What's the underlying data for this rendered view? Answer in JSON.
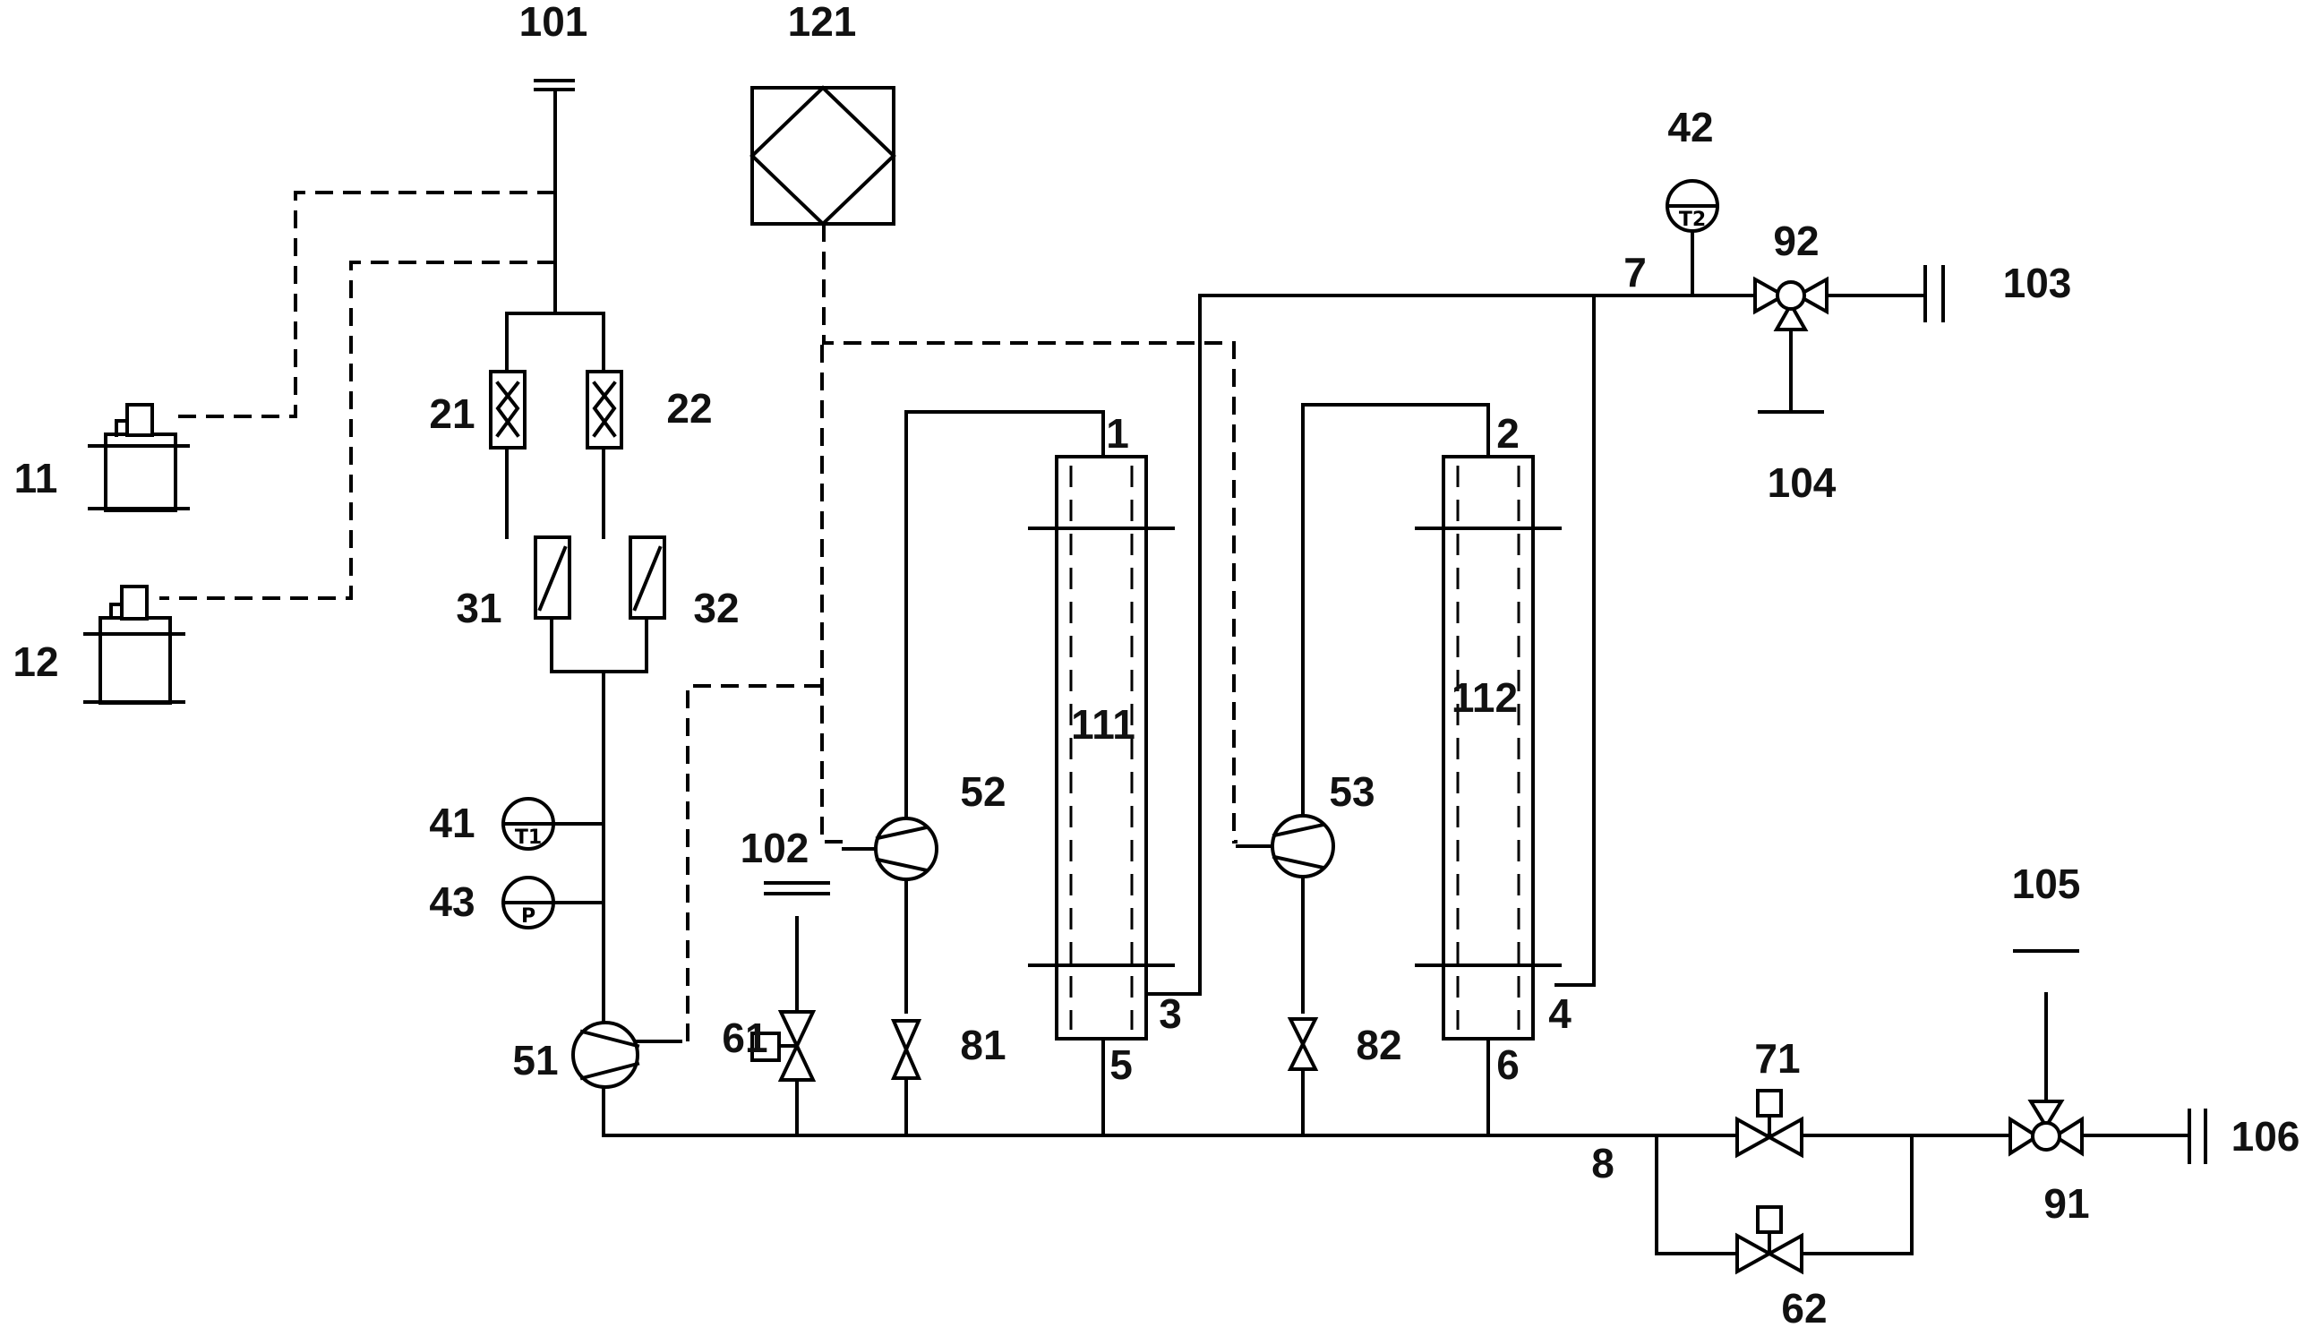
{
  "labels": {
    "l101": "101",
    "l121": "121",
    "l42": "42",
    "l92": "92",
    "l7": "7",
    "l103": "103",
    "l104": "104",
    "l11": "11",
    "l12": "12",
    "l21": "21",
    "l22": "22",
    "l31": "31",
    "l32": "32",
    "l1": "1",
    "l2": "2",
    "l111": "111",
    "l112": "112",
    "l41": "41",
    "l43": "43",
    "l52": "52",
    "l53": "53",
    "l102": "102",
    "l105": "105",
    "l61": "61",
    "l81": "81",
    "l82": "82",
    "l3": "3",
    "l4": "4",
    "l5": "5",
    "l6": "6",
    "l51": "51",
    "l71": "71",
    "l8": "8",
    "l91": "91",
    "l106": "106",
    "l62": "62"
  },
  "gauges": {
    "g41": "T1",
    "g43": "P",
    "g42": "T2"
  }
}
